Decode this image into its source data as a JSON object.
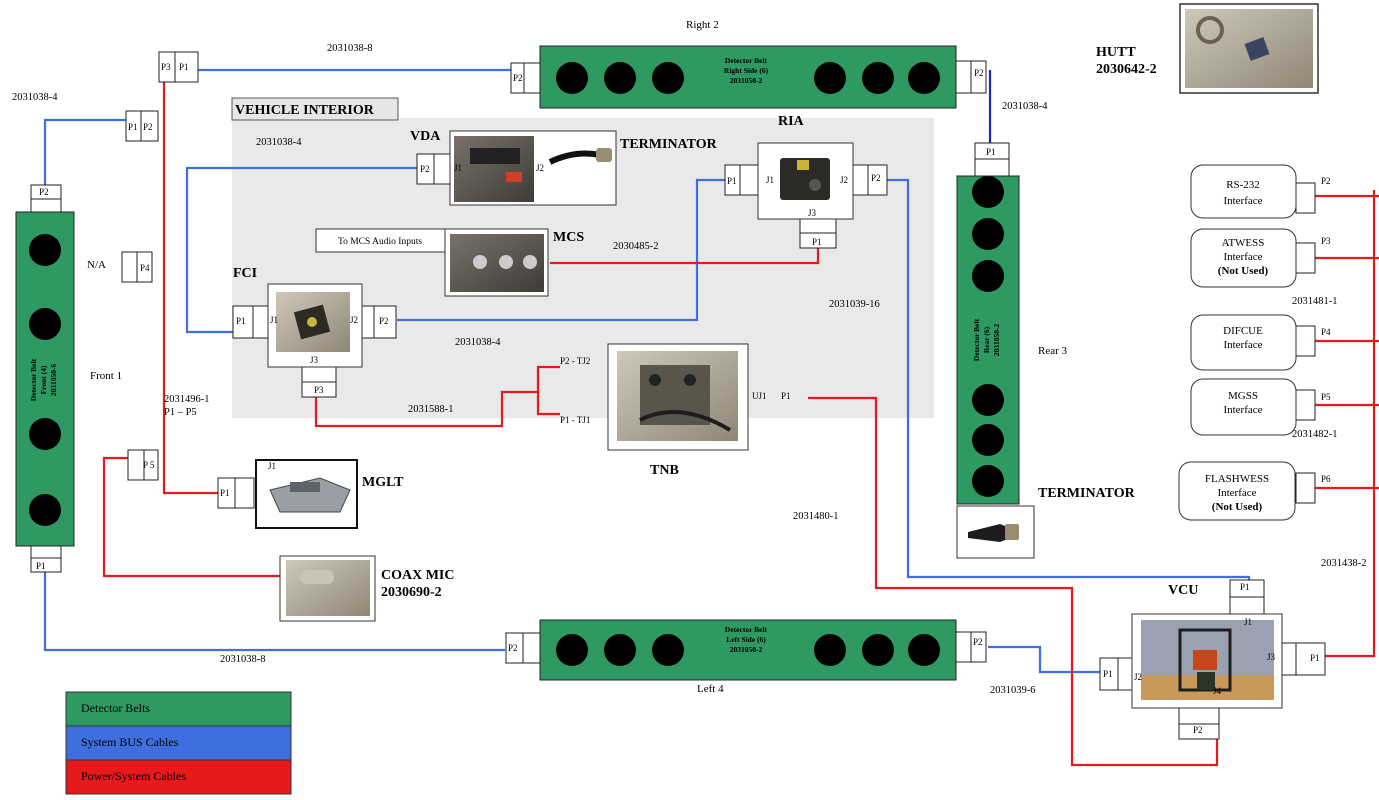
{
  "colors": {
    "belt": "#2e9a62",
    "bus": "#3f6fdf",
    "power": "#e8191c",
    "interior": "#e9e9e9"
  },
  "labels": {
    "vehicle_interior": "VEHICLE INTERIOR",
    "right2": "Right 2",
    "rear3": "Rear 3",
    "left4": "Left 4",
    "front1": "Front 1",
    "na": "N/A"
  },
  "belts": {
    "right": {
      "line1": "Detector Belt",
      "line2": "Right Side  (6)",
      "line3": "2031050-2"
    },
    "left": {
      "line1": "Detector Belt",
      "line2": "Left Side  (6)",
      "line3": "2031050-2"
    },
    "front": {
      "line1": "Detector Belt",
      "line2": "Front (4)",
      "line3": "2031050-6"
    },
    "rear": {
      "line1": "Detector Belt",
      "line2": "Rear (6)",
      "line3": "2031050-2"
    }
  },
  "components": {
    "hutt": {
      "name": "HUTT",
      "part": "2030642-2",
      "icon": "hutt-photo-icon"
    },
    "vda": {
      "name": "VDA",
      "icon": "vda-photo-icon"
    },
    "ria": {
      "name": "RIA",
      "icon": "ria-photo-icon"
    },
    "mcs": {
      "name": "MCS",
      "icon": "mcs-photo-icon",
      "audio": "To MCS Audio Inputs"
    },
    "fci": {
      "name": "FCI",
      "icon": "fci-photo-icon"
    },
    "tnb": {
      "name": "TNB",
      "icon": "tnb-photo-icon"
    },
    "mglt": {
      "name": "MGLT",
      "icon": "mglt-photo-icon"
    },
    "coax": {
      "name": "COAX MIC",
      "part": "2030690-2",
      "icon": "coax-photo-icon"
    },
    "vcu": {
      "name": "VCU",
      "icon": "vcu-photo-icon"
    },
    "terminator_top": {
      "name": "TERMINATOR",
      "icon": "terminator-photo-icon"
    },
    "terminator_rear": {
      "name": "TERMINATOR",
      "icon": "terminator-photo-icon"
    }
  },
  "interfaces": [
    {
      "line1": "RS-232",
      "line2": "Interface",
      "line3": "",
      "port": "P2"
    },
    {
      "line1": "ATWESS",
      "line2": "Interface",
      "line3": "(Not Used)",
      "port": "P3"
    },
    {
      "line1": "DIFCUE",
      "line2": "Interface",
      "line3": "",
      "port": "P4"
    },
    {
      "line1": "MGSS",
      "line2": "Interface",
      "line3": "",
      "port": "P5"
    },
    {
      "line1": "FLASHWESS",
      "line2": "Interface",
      "line3": "(Not Used)",
      "port": "P6"
    }
  ],
  "cables": {
    "c1": "2031038-8",
    "c2": "2031038-4",
    "c3": "2031038-4",
    "c4": "2031038-4",
    "c5": "2031038-4",
    "c6": "2030485-2",
    "c7": "2031039-16",
    "c8": "2031588-1",
    "c9a": "2031496-1",
    "c9b": "P1 – P5",
    "c10": "2031480-1",
    "c11": "2031038-8",
    "c12": "2031039-6",
    "c13": "2031481-1",
    "c14": "2031482-1",
    "c15": "2031438-2"
  },
  "ports": {
    "p1": "P1",
    "p2": "P2",
    "p3": "P3",
    "p4": "P4",
    "p5": "P 5",
    "j1": "J1",
    "j2": "J2",
    "j3": "J3",
    "j4": "J4",
    "tj2": "P2 -  TJ2",
    "tj1": "P1 -  TJ1",
    "uj1": "UJ1",
    "up1": "P1"
  },
  "legend": [
    {
      "label": "Detector Belts",
      "color": "#2e9a62"
    },
    {
      "label": "System BUS Cables",
      "color": "#3f6fdf"
    },
    {
      "label": "Power/System Cables",
      "color": "#e8191c"
    }
  ]
}
